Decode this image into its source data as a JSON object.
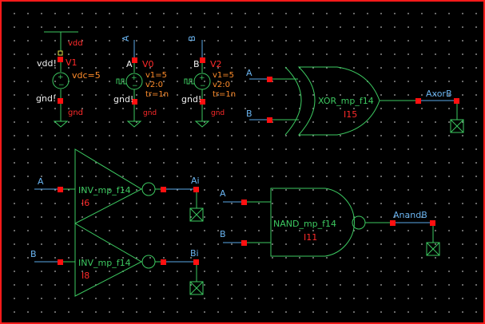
{
  "colors": {
    "background": "#000000",
    "border": "#ff1a1a",
    "wire": "#3cc860",
    "net_wire": "#5aa8e6",
    "pin": "#ff1010",
    "instance_name": "#ff2a2a",
    "parameter": "#ff8c2a",
    "net_label": "#6ab4f0"
  },
  "sources": [
    {
      "instance": "V1",
      "type": "vdc",
      "top_net": "vdd",
      "top_terminal": "vdd!",
      "bottom_terminal": "gnd!",
      "bottom_net": "gnd",
      "params": [
        "vdc=5"
      ]
    },
    {
      "instance": "V0",
      "type": "vpulse",
      "top_net": "A",
      "top_terminal": "A",
      "bottom_terminal": "gnd!",
      "bottom_net": "gnd",
      "params": [
        "v1=5",
        "v2:0",
        "tr=1n"
      ]
    },
    {
      "instance": "V2",
      "type": "vpulse",
      "top_net": "B",
      "top_terminal": "B",
      "bottom_terminal": "gnd!",
      "bottom_net": "gnd",
      "params": [
        "v1=5",
        "v2:0",
        "tr=1n"
      ]
    }
  ],
  "gates": {
    "xor": {
      "cell": "XOR_mp_f14",
      "instance": "I15",
      "inputs": [
        "A",
        "B"
      ],
      "output": "AxorB"
    },
    "inv_a": {
      "cell": "INV_mp_f14",
      "instance": "I6",
      "input": "A",
      "output": "Ai"
    },
    "inv_b": {
      "cell": "INV_mp_f14",
      "instance": "I8",
      "input": "B",
      "output": "Bi"
    },
    "nand": {
      "cell": "NAND_mp_f14",
      "instance": "I11",
      "inputs": [
        "A",
        "B"
      ],
      "output": "AnandB"
    }
  }
}
